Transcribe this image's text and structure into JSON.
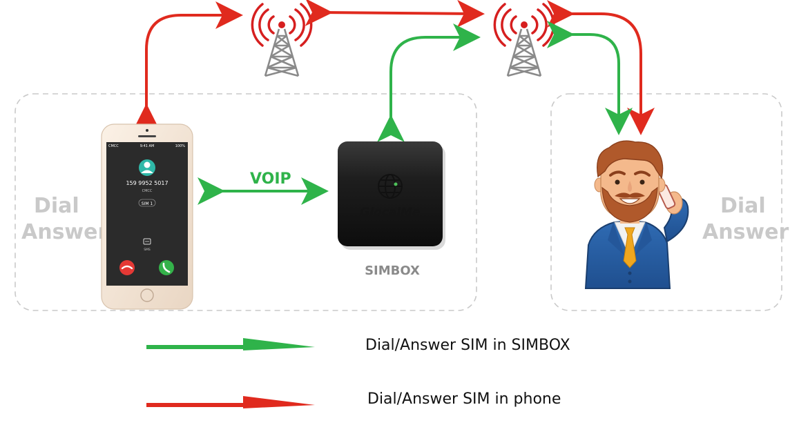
{
  "zones": {
    "left": {
      "line1": "Dial",
      "line2": "Answer"
    },
    "right": {
      "line1": "Dial",
      "line2": "Answer"
    }
  },
  "phone": {
    "carrier": "CMCC",
    "time": "9:41 AM",
    "battery": "100%",
    "number": "159 9952 5017",
    "network": "CMCC",
    "sim": "SIM 1",
    "sms": "SMS"
  },
  "voip_label": "VOIP",
  "simbox": {
    "label": "SIMBOX",
    "brand": "GlocalMe"
  },
  "legend": [
    {
      "text": "Dial/Answer SIM in SIMBOX",
      "color": "#2fb34a"
    },
    {
      "text": "Dial/Answer SIM in phone",
      "color": "#e02a1e"
    }
  ],
  "colors": {
    "green": "#2fb34a",
    "red": "#e02a1e",
    "zone_border": "#c9c9c9",
    "zone_text": "#c9c9c9"
  }
}
